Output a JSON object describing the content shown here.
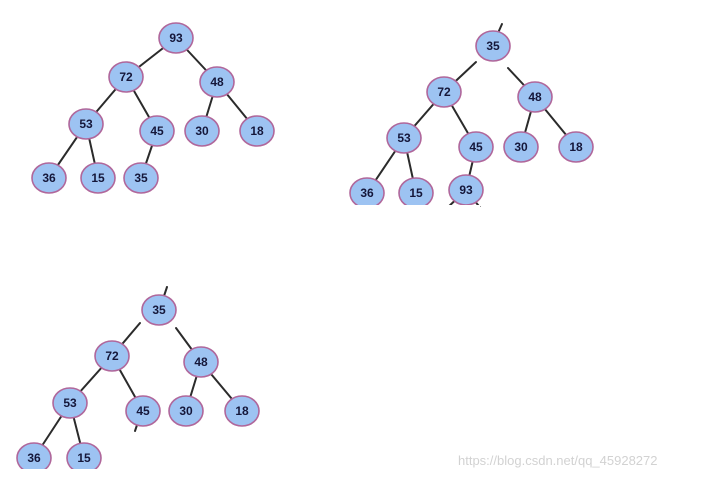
{
  "watermark": "https://blog.csdn.net/qq_45928272",
  "trees": [
    {
      "id": "heap-1",
      "nodes": [
        {
          "id": "a1",
          "label": "93"
        },
        {
          "id": "a2",
          "label": "72"
        },
        {
          "id": "a3",
          "label": "48"
        },
        {
          "id": "a4",
          "label": "53"
        },
        {
          "id": "a5",
          "label": "45"
        },
        {
          "id": "a6",
          "label": "30"
        },
        {
          "id": "a7",
          "label": "18"
        },
        {
          "id": "a8",
          "label": "36"
        },
        {
          "id": "a9",
          "label": "15"
        },
        {
          "id": "a10",
          "label": "35"
        }
      ],
      "edges": [
        [
          "a1",
          "a2"
        ],
        [
          "a1",
          "a3"
        ],
        [
          "a2",
          "a4"
        ],
        [
          "a2",
          "a5"
        ],
        [
          "a3",
          "a6"
        ],
        [
          "a3",
          "a7"
        ],
        [
          "a4",
          "a8"
        ],
        [
          "a4",
          "a9"
        ],
        [
          "a5",
          "a10"
        ]
      ]
    },
    {
      "id": "heap-2",
      "nodes": [
        {
          "id": "b1",
          "label": "35"
        },
        {
          "id": "b2",
          "label": "72"
        },
        {
          "id": "b3",
          "label": "48"
        },
        {
          "id": "b4",
          "label": "53"
        },
        {
          "id": "b5",
          "label": "45"
        },
        {
          "id": "b6",
          "label": "30"
        },
        {
          "id": "b7",
          "label": "18"
        },
        {
          "id": "b8",
          "label": "36"
        },
        {
          "id": "b9",
          "label": "15"
        },
        {
          "id": "b10",
          "label": "93"
        }
      ],
      "edges": [
        [
          "b1",
          "b2"
        ],
        [
          "b1",
          "b3"
        ],
        [
          "b2",
          "b4"
        ],
        [
          "b2",
          "b5"
        ],
        [
          "b3",
          "b6"
        ],
        [
          "b3",
          "b7"
        ],
        [
          "b4",
          "b8"
        ],
        [
          "b4",
          "b9"
        ],
        [
          "b5",
          "b10"
        ]
      ]
    },
    {
      "id": "heap-3",
      "nodes": [
        {
          "id": "c1",
          "label": "35"
        },
        {
          "id": "c2",
          "label": "72"
        },
        {
          "id": "c3",
          "label": "48"
        },
        {
          "id": "c4",
          "label": "53"
        },
        {
          "id": "c5",
          "label": "45"
        },
        {
          "id": "c6",
          "label": "30"
        },
        {
          "id": "c7",
          "label": "18"
        },
        {
          "id": "c8",
          "label": "36"
        },
        {
          "id": "c9",
          "label": "15"
        }
      ],
      "edges": [
        [
          "c1",
          "c2"
        ],
        [
          "c1",
          "c3"
        ],
        [
          "c2",
          "c4"
        ],
        [
          "c2",
          "c5"
        ],
        [
          "c3",
          "c6"
        ],
        [
          "c3",
          "c7"
        ],
        [
          "c4",
          "c8"
        ],
        [
          "c4",
          "c9"
        ]
      ]
    }
  ]
}
